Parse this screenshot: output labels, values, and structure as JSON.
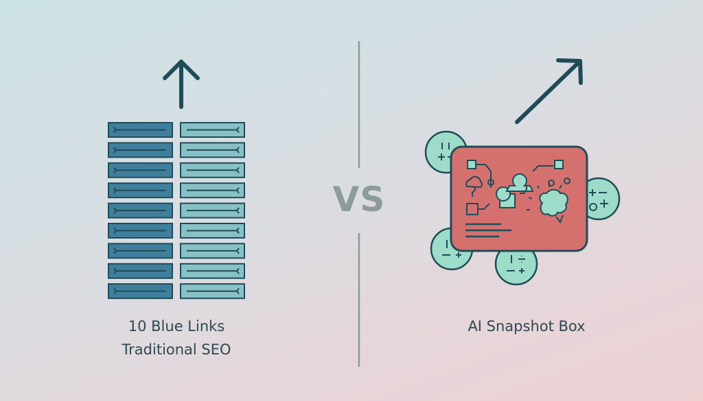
{
  "left": {
    "line1": "10 Blue Links",
    "line2": "Traditional SEO",
    "rows": 9
  },
  "right": {
    "label": "AI Snapshot Box"
  },
  "divider": {
    "text": "VS"
  },
  "colors": {
    "dark_blue": "#3f7f9c",
    "light_teal": "#88c1c5",
    "card": "#d4716e",
    "bubble": "#9ddcc9",
    "stroke": "#1f4b58"
  }
}
